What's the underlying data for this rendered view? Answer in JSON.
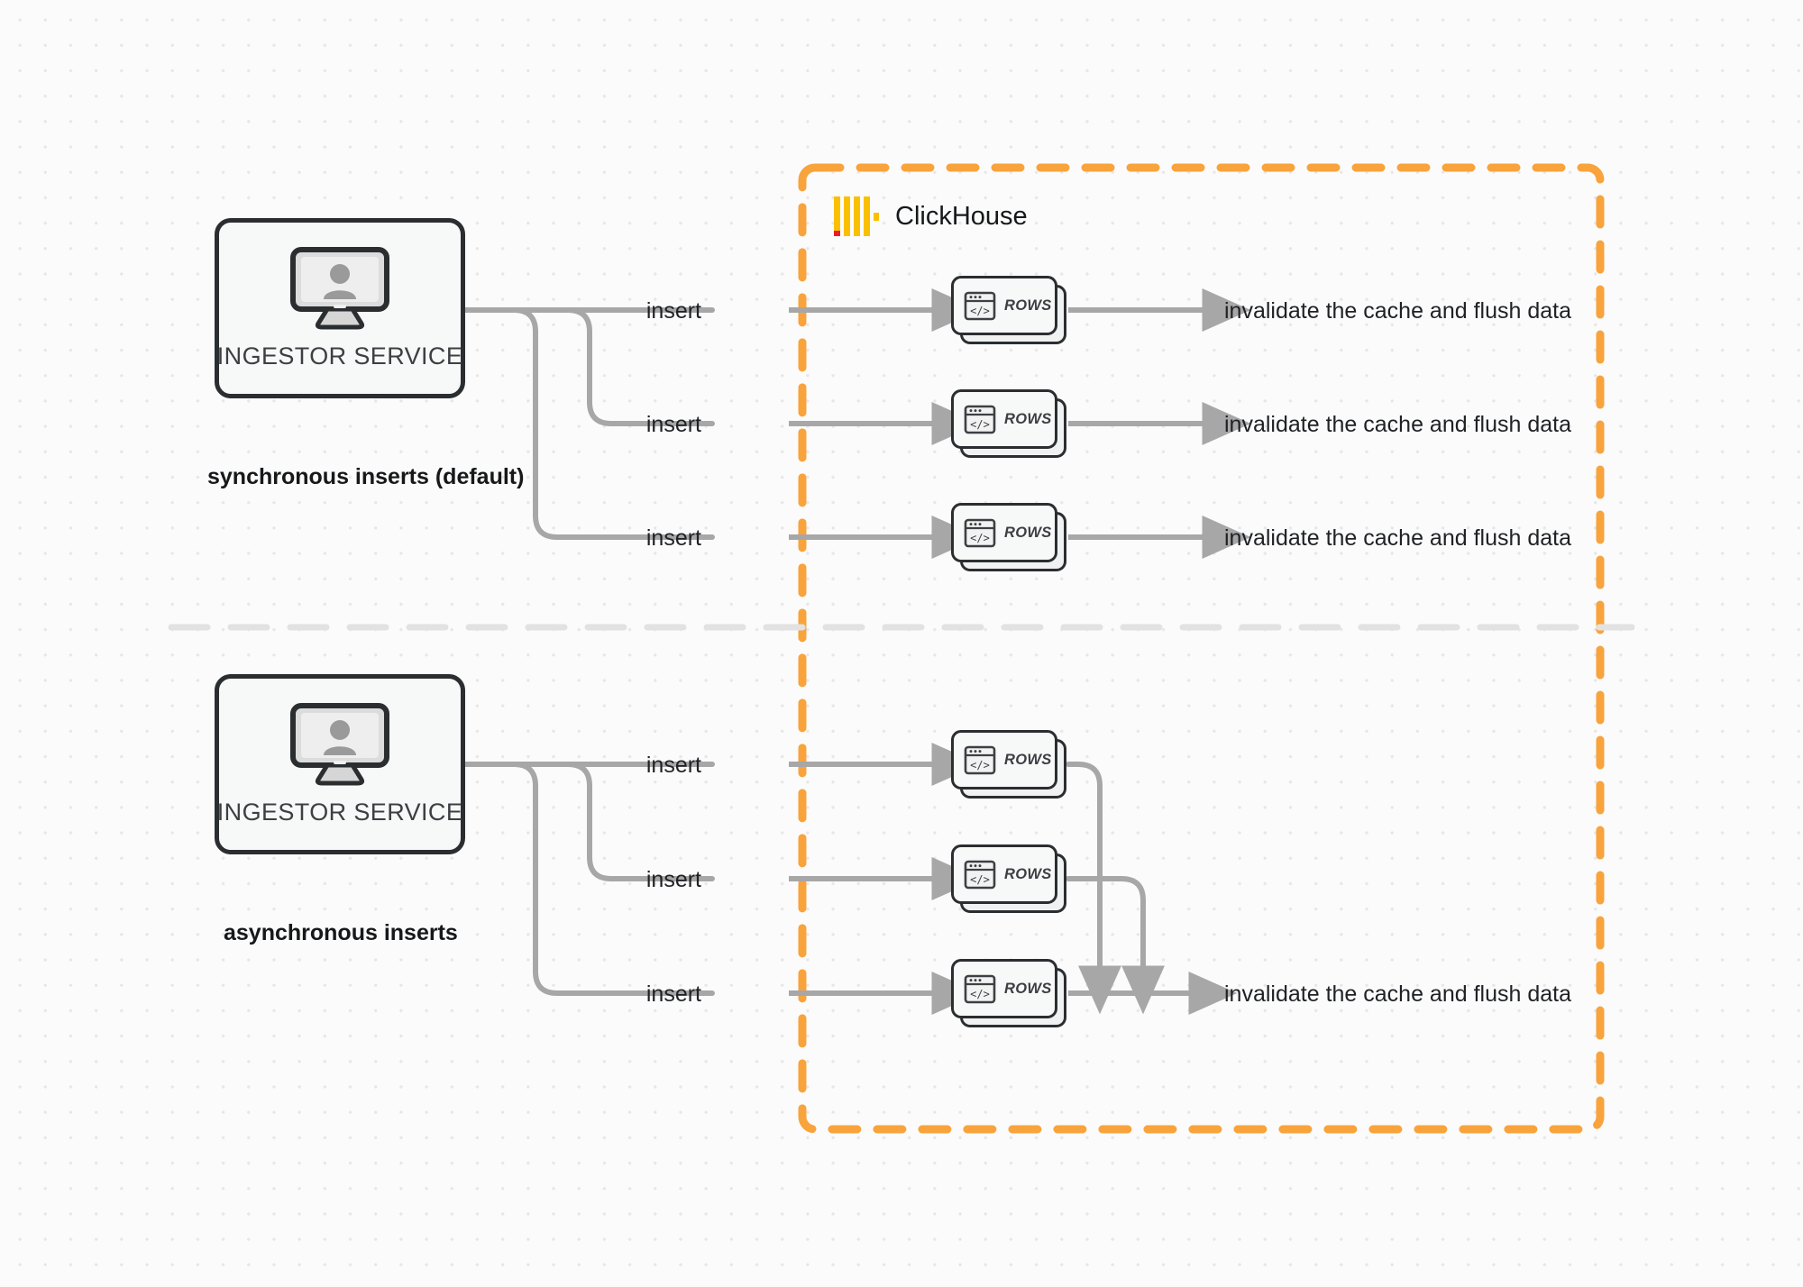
{
  "diagram": {
    "title": "ClickHouse synchronous vs asynchronous inserts",
    "colors": {
      "boundary_orange": "#F9A33C",
      "logo_yellow": "#FAC000",
      "logo_red": "#ED1C24",
      "connector_gray": "#A7A7A7",
      "node_border": "#2B2E31",
      "node_fill": "#F7F8F8",
      "background": "#FBFBFB",
      "divider_gray": "#E2E2E2"
    },
    "boundary": {
      "label": "ClickHouse",
      "logo_name": "clickhouse-logo"
    },
    "divider": {
      "style": "dashed"
    },
    "sections": [
      {
        "id": "synchronous",
        "caption": "synchronous inserts (default)",
        "source": {
          "label": "INGESTOR SERVICE",
          "icon": "monitor-user-icon"
        },
        "lanes": [
          {
            "insert_label": "insert",
            "target_label": "ROWS",
            "result_label": "invalidate the cache and flush data"
          },
          {
            "insert_label": "insert",
            "target_label": "ROWS",
            "result_label": "invalidate the cache and flush data"
          },
          {
            "insert_label": "insert",
            "target_label": "ROWS",
            "result_label": "invalidate the cache and flush data"
          }
        ]
      },
      {
        "id": "asynchronous",
        "caption": "asynchronous inserts",
        "source": {
          "label": "INGESTOR SERVICE",
          "icon": "monitor-user-icon"
        },
        "lanes": [
          {
            "insert_label": "insert",
            "target_label": "ROWS"
          },
          {
            "insert_label": "insert",
            "target_label": "ROWS"
          },
          {
            "insert_label": "insert",
            "target_label": "ROWS",
            "result_label": "invalidate the cache and flush data"
          }
        ]
      }
    ]
  }
}
